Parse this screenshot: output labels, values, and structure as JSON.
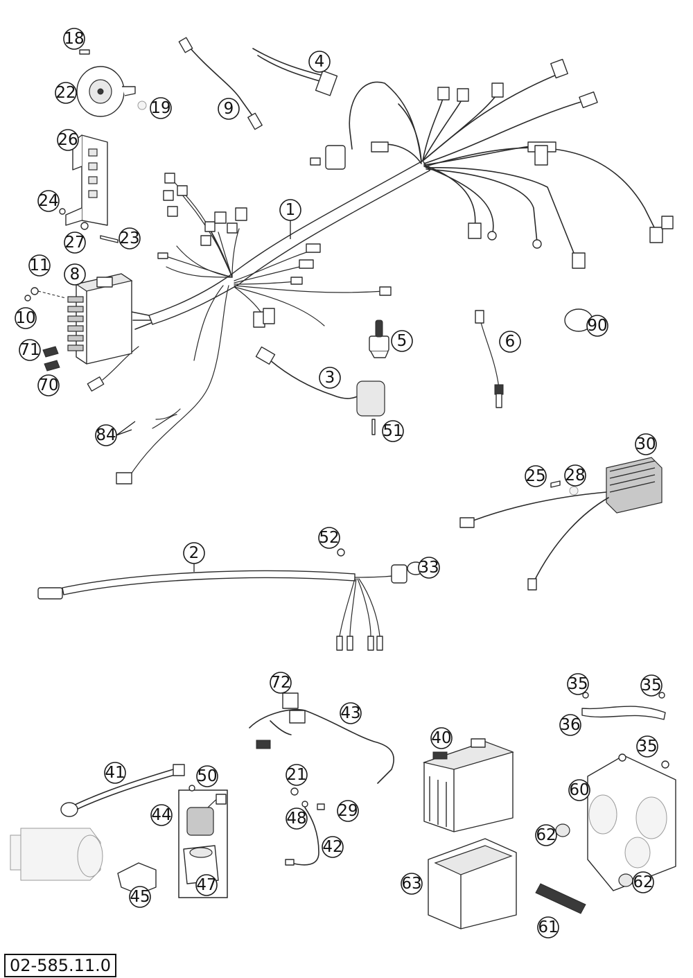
{
  "diagram": {
    "code": "02-585.11.0",
    "callouts": {
      "c1": "1",
      "c2": "2",
      "c3": "3",
      "c4": "4",
      "c5": "5",
      "c6": "6",
      "c8": "8",
      "c9": "9",
      "c10": "10",
      "c11": "11",
      "c18": "18",
      "c19": "19",
      "c21": "21",
      "c22": "22",
      "c23": "23",
      "c24": "24",
      "c25": "25",
      "c26": "26",
      "c27": "27",
      "c28": "28",
      "c29": "29",
      "c30": "30",
      "c33": "33",
      "c35a": "35",
      "c35b": "35",
      "c35c": "35",
      "c36": "36",
      "c40": "40",
      "c41": "41",
      "c42": "42",
      "c43": "43",
      "c44": "44",
      "c45": "45",
      "c47": "47",
      "c48": "48",
      "c50": "50",
      "c51": "51",
      "c52": "52",
      "c60": "60",
      "c61": "61",
      "c62a": "62",
      "c62b": "62",
      "c63": "63",
      "c70": "70",
      "c71": "71",
      "c72": "72",
      "c84": "84",
      "c90": "90"
    }
  }
}
